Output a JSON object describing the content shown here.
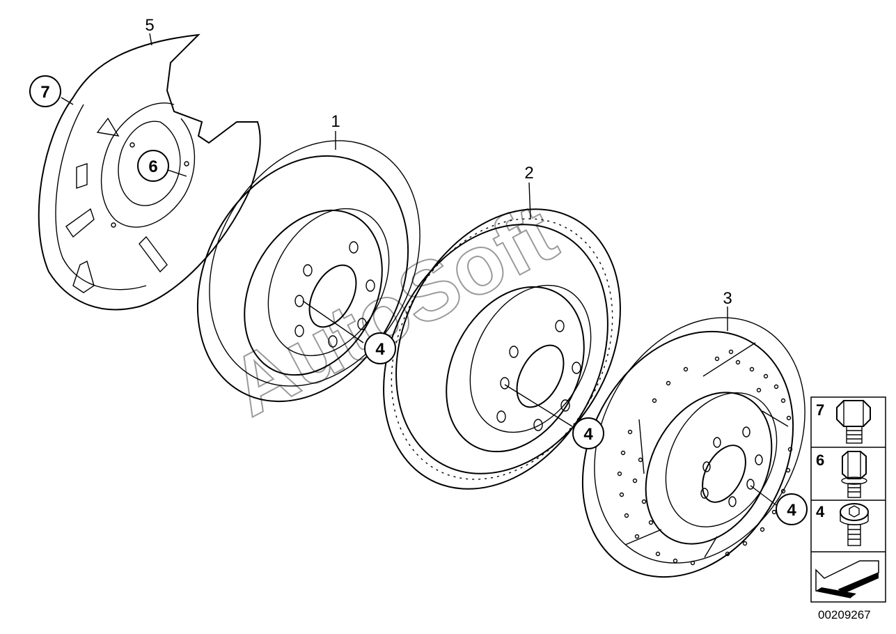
{
  "callouts": {
    "part_1": "1",
    "part_2": "2",
    "part_3": "3",
    "part_5": "5",
    "circle_7": "7",
    "circle_6": "6",
    "circle_4a": "4",
    "circle_4b": "4",
    "circle_4c": "4"
  },
  "legend": {
    "item_7": "7",
    "item_6": "6",
    "item_4": "4"
  },
  "watermark": "AutoSoft",
  "diagram_number": "00209267"
}
